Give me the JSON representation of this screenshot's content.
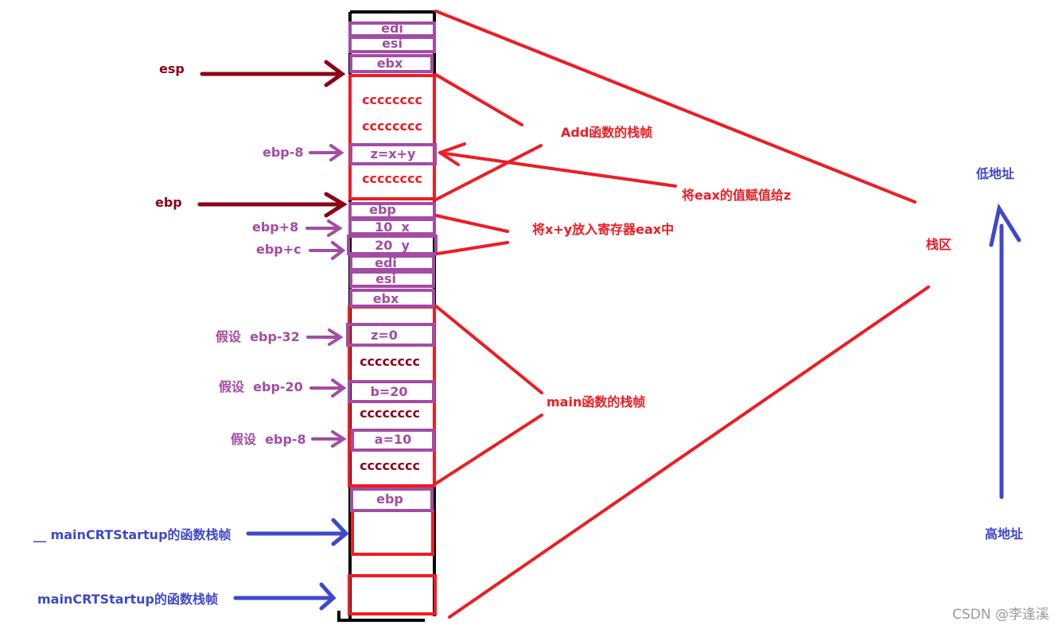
{
  "colors": {
    "stack_outline": "#000000",
    "frame_red": "#ee1c24",
    "cell_purple": "#a34ca3",
    "register_dark": "#8b0016",
    "address_blue": "#3f48cc",
    "watermark": "#9a9a9a"
  },
  "stack_cells": {
    "add_saved_edi": "edi",
    "add_saved_esi": "esi",
    "add_saved_ebx": "ebx",
    "add_fill_1": "cccccccc",
    "add_fill_2": "cccccccc",
    "add_local_z": "z=x+y",
    "add_fill_3": "cccccccc",
    "add_saved_ebp": "ebp",
    "param_x": "10  x",
    "param_y": "20  y",
    "main_saved_edi": "edi",
    "main_saved_esi": "esi",
    "main_saved_ebx": "ebx",
    "main_local_z": "z=0",
    "main_fill_1": "cccccccc",
    "main_local_b": "b=20",
    "main_fill_2": "cccccccc",
    "main_local_a": "a=10",
    "main_fill_3": "cccccccc",
    "main_saved_ebp": "ebp"
  },
  "pointer_labels": {
    "esp": "esp",
    "ebp_minus_8": "ebp-8",
    "ebp": "ebp",
    "ebp_plus_8": "ebp+8",
    "ebp_plus_c": "ebp+c",
    "assume_ebp_minus_32": "假设  ebp-32",
    "assume_ebp_minus_20": "假设  ebp-20",
    "assume_ebp_minus_8": "假设  ebp-8",
    "underscore_maincrtstartup_frame": "__ mainCRTStartup的函数栈帧",
    "maincrtstartup_frame": "mainCRTStartup的函数栈帧"
  },
  "annotations": {
    "add_frame": "Add函数的栈帧",
    "assign_eax_to_z": "将eax的值赋值给z",
    "put_xy_in_eax": "将x+y放入寄存器eax中",
    "main_frame": "main函数的栈帧",
    "stack_area": "栈区",
    "low_address": "低地址",
    "high_address": "高地址"
  },
  "watermark": "CSDN @李逢溪"
}
